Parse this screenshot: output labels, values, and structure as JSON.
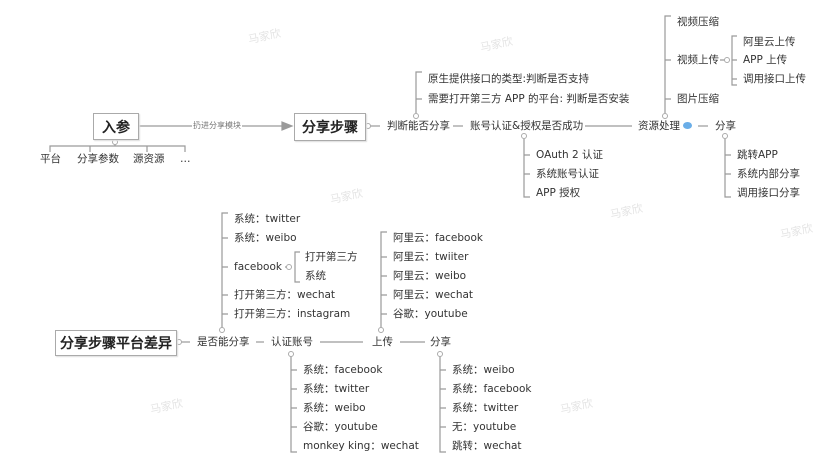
{
  "watermark": "马家欣",
  "map1": {
    "root": "入参",
    "root_children": [
      "平台",
      "分享参数",
      "源资源",
      "…"
    ],
    "edge_label": "扔进分享模块",
    "main": "分享步骤",
    "step1": "判断能否分享",
    "step1_children": [
      "原生提供接口的类型:判断是否支持",
      "需要打开第三方 APP 的平台: 判断是否安装"
    ],
    "step2": "账号认证&授权是否成功",
    "step2_children": [
      "OAuth 2 认证",
      "系统账号认证",
      "APP 授权"
    ],
    "step3": "资源处理",
    "step3_children": [
      "视频压缩",
      "视频上传",
      "图片压缩"
    ],
    "video_upload_children": [
      "阿里云上传",
      "APP 上传",
      "调用接口上传"
    ],
    "step4": "分享",
    "step4_children": [
      "跳转APP",
      "系统内部分享",
      "调用接口分享"
    ]
  },
  "map2": {
    "main": "分享步骤平台差异",
    "step1": "是否能分享",
    "step1_children": [
      "系统：twitter",
      "系统：weibo",
      "facebook",
      "打开第三方：wechat",
      "打开第三方：instagram"
    ],
    "facebook_children": [
      "打开第三方",
      "系统"
    ],
    "step2": "认证账号",
    "step2_children": [
      "系统：facebook",
      "系统：twitter",
      "系统：weibo",
      "谷歌：youtube",
      "monkey king：wechat"
    ],
    "step3": "上传",
    "step3_children": [
      "阿里云：facebook",
      "阿里云：twiiter",
      "阿里云：weibo",
      "阿里云：wechat",
      "谷歌：youtube"
    ],
    "step4": "分享",
    "step4_children": [
      "系统：weibo",
      "系统：facebook",
      "系统：twitter",
      "无：youtube",
      "跳转：wechat"
    ]
  }
}
